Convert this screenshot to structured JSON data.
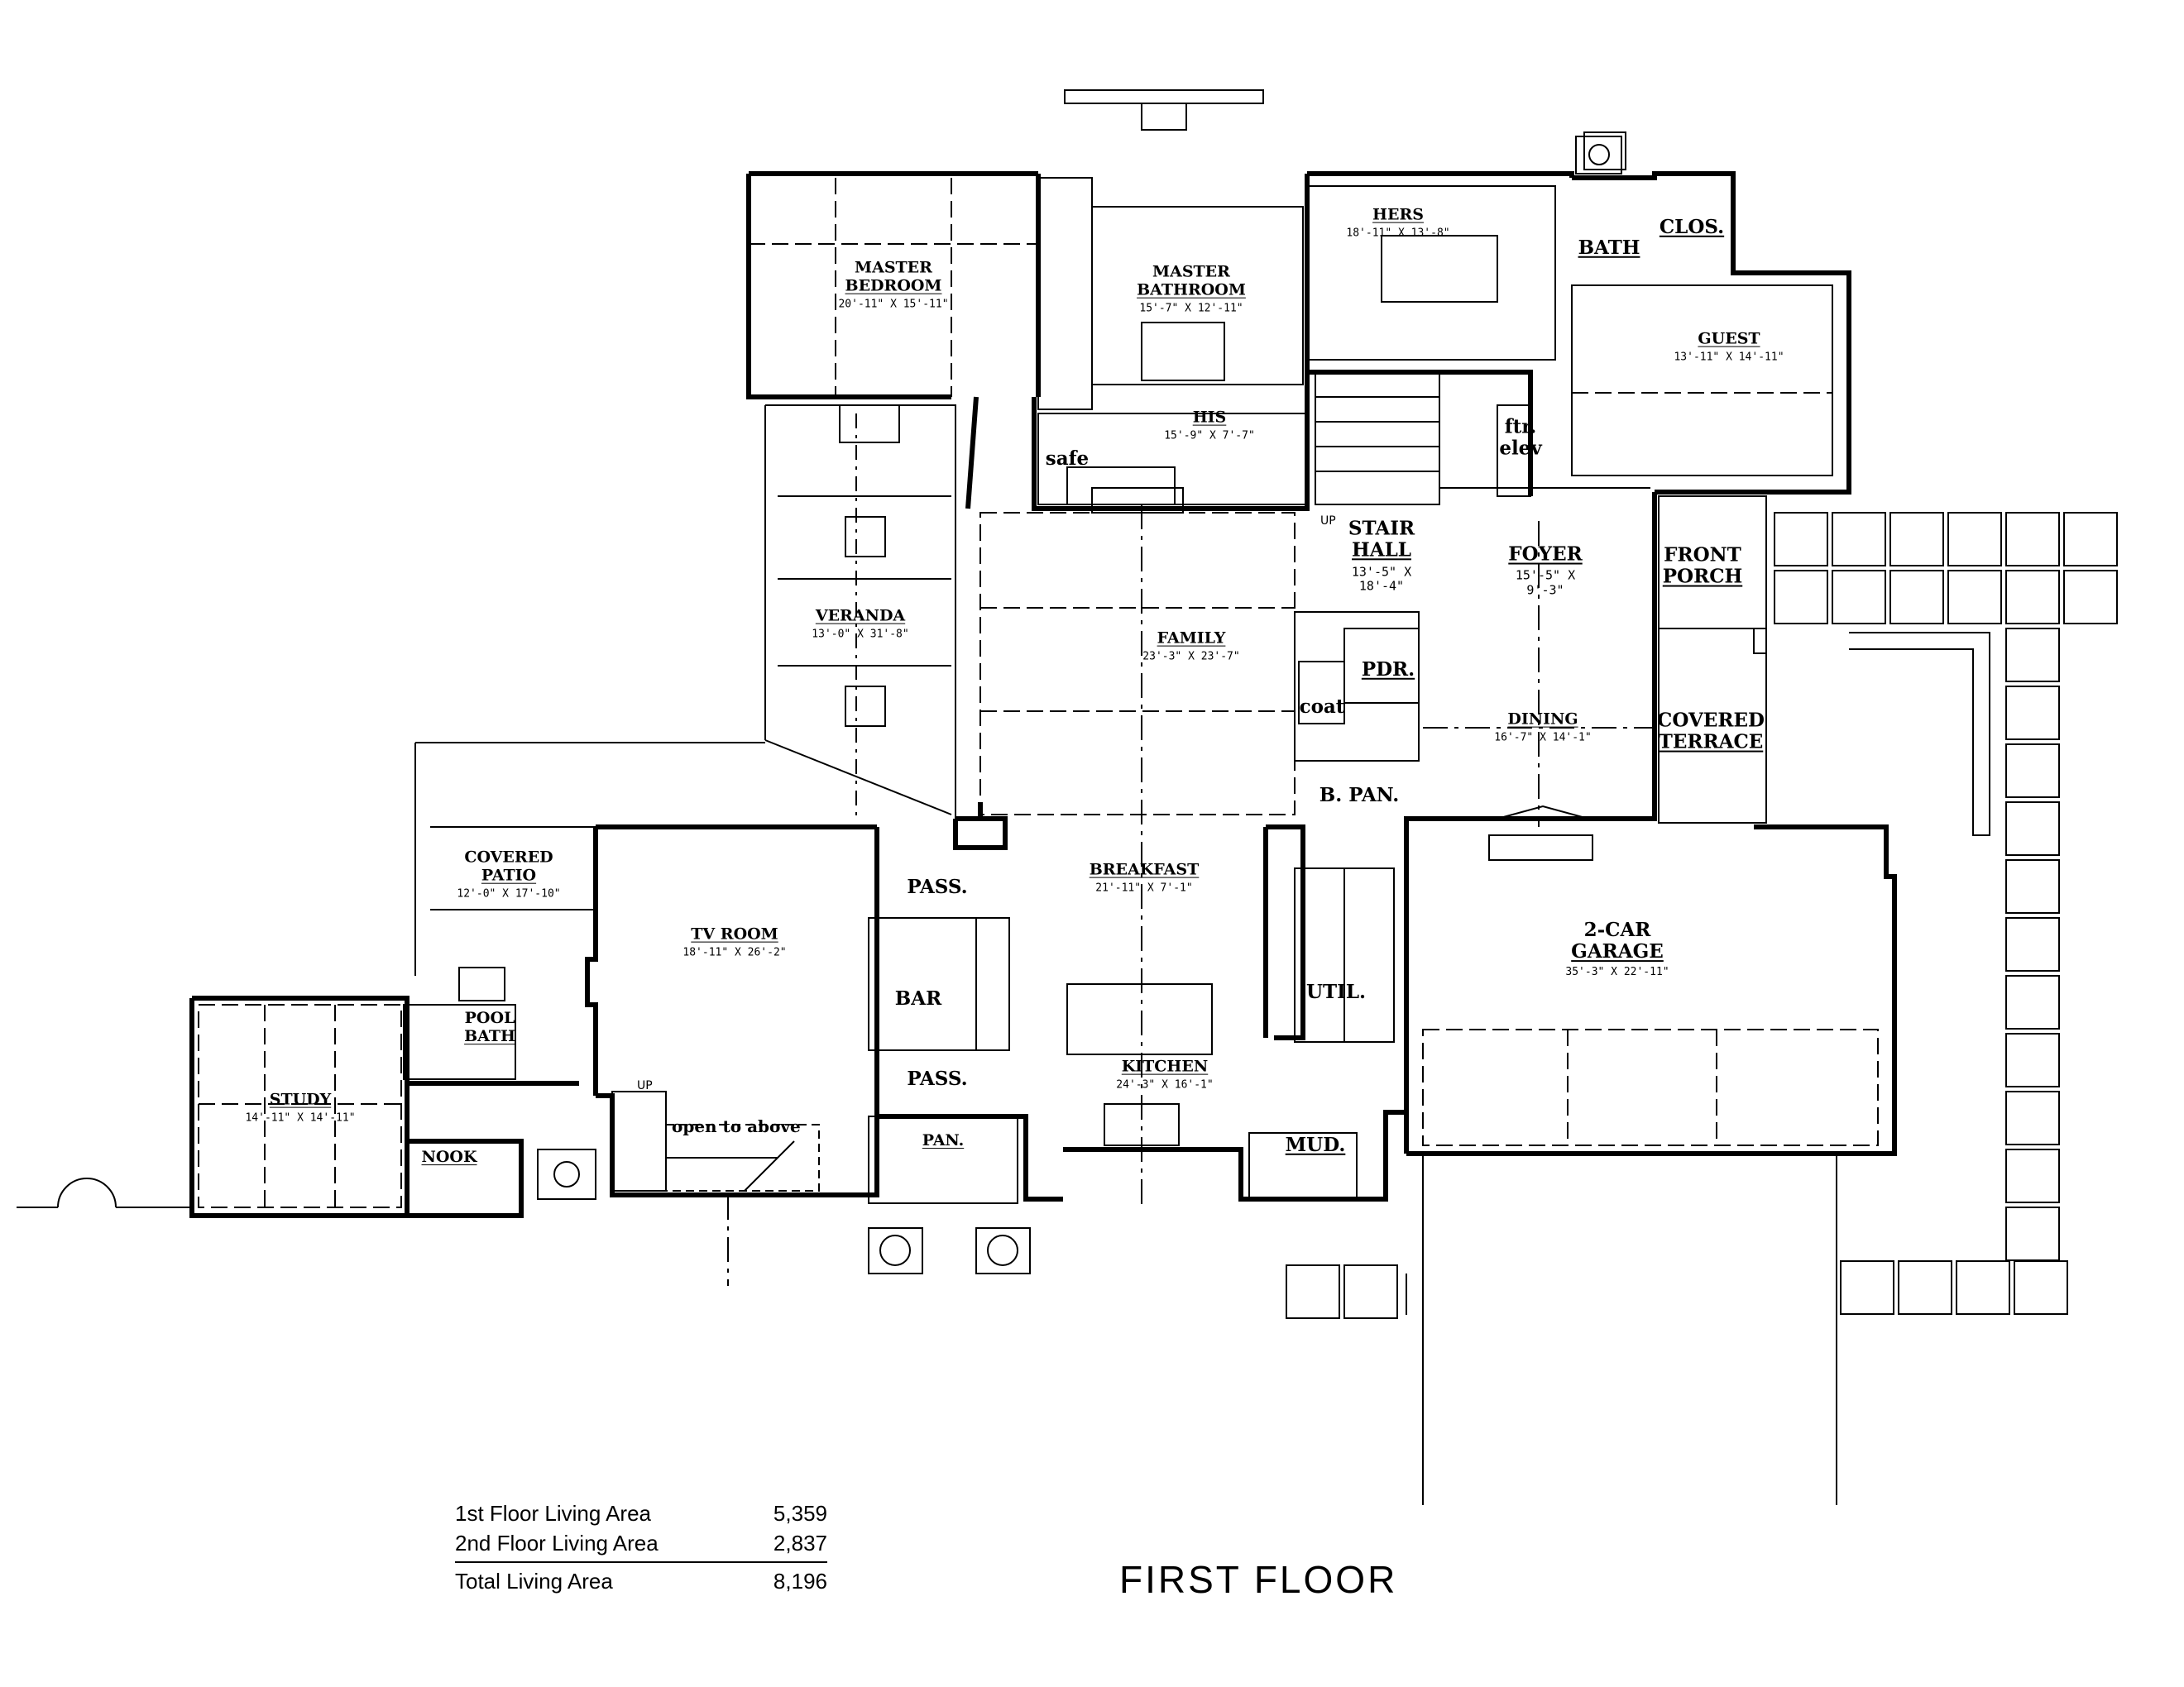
{
  "title": "FIRST  FLOOR",
  "areas": {
    "first_label": "1st Floor Living Area",
    "first_value": "5,359",
    "second_label": "2nd Floor Living Area",
    "second_value": "2,837",
    "total_label": "Total Living Area",
    "total_value": "8,196"
  },
  "rooms": {
    "master_bedroom": {
      "name_1": "MASTER",
      "name_2": "BEDROOM",
      "dims": "20'-11\" X 15'-11\""
    },
    "master_bathroom": {
      "name_1": "MASTER",
      "name_2": "BATHROOM",
      "dims": "15'-7\" X 12'-11\""
    },
    "hers": {
      "name": "HERS",
      "dims": "18'-11\" X 13'-8\""
    },
    "bath": {
      "name": "BATH"
    },
    "clos": {
      "name": "CLOS."
    },
    "guest": {
      "name": "GUEST",
      "dims": "13'-11\" X 14'-11\""
    },
    "his": {
      "name": "HIS",
      "dims": "15'-9\" X 7'-7\""
    },
    "safe": {
      "name": "safe"
    },
    "ftr_elev": {
      "name_1": "ftr.",
      "name_2": "elev"
    },
    "stair_hall": {
      "name_1": "STAIR",
      "name_2": "HALL",
      "dims_1": "13'-5\" X",
      "dims_2": "18'-4\""
    },
    "foyer": {
      "name": "FOYER",
      "dims_1": "15'-5\" X",
      "dims_2": "9'-3\""
    },
    "front_porch": {
      "name_1": "FRONT",
      "name_2": "PORCH"
    },
    "veranda": {
      "name": "VERANDA",
      "dims": "13'-0\" X 31'-8\""
    },
    "family": {
      "name": "FAMILY",
      "dims": "23'-3\" X 23'-7\""
    },
    "pdr": {
      "name": "PDR."
    },
    "coat": {
      "name": "coat"
    },
    "dining": {
      "name": "DINING",
      "dims": "16'-7\" X 14'-1\""
    },
    "covered_terrace": {
      "name_1": "COVERED",
      "name_2": "TERRACE"
    },
    "b_pan": {
      "name": "B. PAN."
    },
    "covered_patio": {
      "name_1": "COVERED",
      "name_2": "PATIO",
      "dims": "12'-0\" X 17'-10\""
    },
    "pass_upper": {
      "name": "PASS."
    },
    "breakfast": {
      "name": "BREAKFAST",
      "dims": "21'-11\" X 7'-1\""
    },
    "tv_room": {
      "name": "TV ROOM",
      "dims": "18'-11\" X 26'-2\""
    },
    "bar": {
      "name": "BAR"
    },
    "util": {
      "name": "UTIL."
    },
    "garage": {
      "name_1": "2-CAR",
      "name_2": "GARAGE",
      "dims": "35'-3\" X 22'-11\""
    },
    "pool_bath": {
      "name_1": "POOL",
      "name_2": "BATH"
    },
    "pass_lower": {
      "name": "PASS."
    },
    "kitchen": {
      "name": "KITCHEN",
      "dims": "24'-3\" X 16'-1\""
    },
    "study": {
      "name": "STUDY",
      "dims": "14'-11\" X 14'-11\""
    },
    "nook": {
      "name": "NOOK"
    },
    "pan": {
      "name": "PAN."
    },
    "mud": {
      "name": "MUD."
    }
  },
  "notes": {
    "up_stair_hall": "UP",
    "up_tv": "UP",
    "open_to_above": "open to above"
  }
}
